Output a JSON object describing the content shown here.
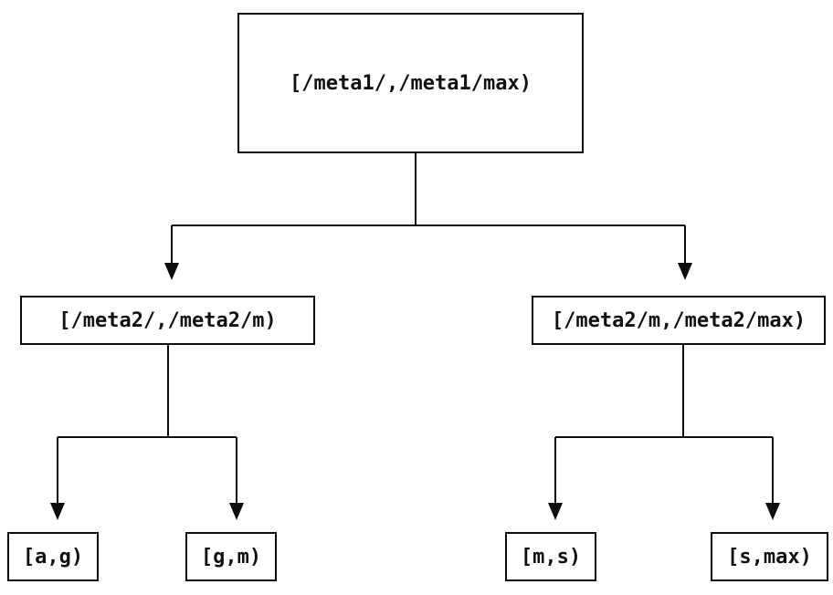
{
  "diagram": {
    "description": "Range partition tree",
    "colors": {
      "background": "#ffffff",
      "line": "#0d0d0d",
      "box_border": "#0d0d0d",
      "text": "#111111"
    },
    "nodes": {
      "root": {
        "label": "[/meta1/,/meta1/max)"
      },
      "left": {
        "label": "[/meta2/,/meta2/m)"
      },
      "right": {
        "label": "[/meta2/m,/meta2/max)"
      },
      "leaf_ag": {
        "label": "[a,g)"
      },
      "leaf_gm": {
        "label": "[g,m)"
      },
      "leaf_ms": {
        "label": "[m,s)"
      },
      "leaf_smax": {
        "label": "[s,max)"
      }
    },
    "edges": [
      {
        "from": "root",
        "to": "left"
      },
      {
        "from": "root",
        "to": "right"
      },
      {
        "from": "left",
        "to": "leaf_ag"
      },
      {
        "from": "left",
        "to": "leaf_gm"
      },
      {
        "from": "right",
        "to": "leaf_ms"
      },
      {
        "from": "right",
        "to": "leaf_smax"
      }
    ]
  }
}
